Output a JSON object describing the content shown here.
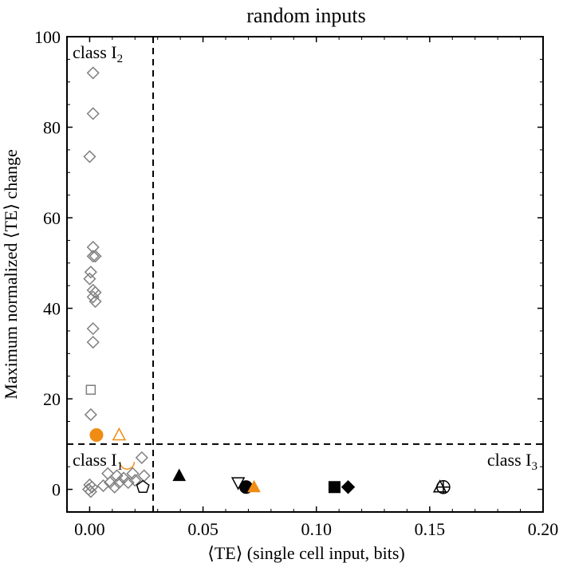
{
  "chart_data": {
    "type": "scatter",
    "title": "random inputs",
    "xlabel": "⟨TE⟩ (single cell input, bits)",
    "ylabel": "Maximum normalized ⟨TE⟩ change",
    "xlim": [
      -0.01,
      0.2
    ],
    "ylim": [
      -5,
      100
    ],
    "xticks": [
      0.0,
      0.05,
      0.1,
      0.15,
      0.2
    ],
    "xtick_labels": [
      "0.00",
      "0.05",
      "0.10",
      "0.15",
      "0.20"
    ],
    "yticks": [
      0,
      20,
      40,
      60,
      80,
      100
    ],
    "ytick_labels": [
      "0",
      "20",
      "40",
      "60",
      "80",
      "100"
    ],
    "grid": false,
    "threshold_lines": {
      "x": 0.028,
      "y": 10
    },
    "region_labels": [
      {
        "name": "class-i2-label",
        "base": "class I",
        "sub": "2",
        "position": "top-left"
      },
      {
        "name": "class-i1-label",
        "base": "class I",
        "sub": "1",
        "position": "left, above y-threshold"
      },
      {
        "name": "class-i3-label",
        "base": "class I",
        "sub": "3",
        "position": "right, above y-threshold"
      }
    ],
    "colors": {
      "gray": "#808080",
      "orange": "#f08c14",
      "black": "#000000"
    },
    "series": [
      {
        "marker": "diamond-open",
        "color": "gray",
        "points": [
          [
            0.0015,
            92
          ],
          [
            0.0015,
            83
          ],
          [
            0.0,
            73.5
          ],
          [
            0.0015,
            53.5
          ],
          [
            0.0015,
            51.5
          ],
          [
            0.0025,
            51.5
          ],
          [
            0.0005,
            48
          ],
          [
            0.0,
            46.5
          ],
          [
            0.0015,
            44
          ],
          [
            0.0025,
            43.5
          ],
          [
            0.0015,
            42.5
          ],
          [
            0.0025,
            41.5
          ],
          [
            0.0015,
            35.5
          ],
          [
            0.0015,
            32.5
          ],
          [
            0.0005,
            16.5
          ],
          [
            0.023,
            7
          ],
          [
            0.019,
            3.5
          ],
          [
            0.024,
            3
          ],
          [
            0.015,
            2.5
          ],
          [
            0.02,
            2
          ],
          [
            0.013,
            1.5
          ],
          [
            0.017,
            1.5
          ],
          [
            0.009,
            1.5
          ],
          [
            0.011,
            0.5
          ],
          [
            0.006,
            0.8
          ],
          [
            0.0,
            1.0
          ],
          [
            0.001,
            0.5
          ],
          [
            -0.0005,
            0.0
          ],
          [
            0.0005,
            -0.5
          ],
          [
            0.008,
            3.5
          ],
          [
            0.012,
            3.0
          ]
        ]
      },
      {
        "marker": "square-open",
        "color": "gray",
        "points": [
          [
            0.0005,
            22
          ]
        ]
      },
      {
        "marker": "circle-filled",
        "color": "orange",
        "points": [
          [
            0.003,
            12
          ]
        ]
      },
      {
        "marker": "triangle-up-open",
        "color": "orange",
        "points": [
          [
            0.013,
            12
          ]
        ]
      },
      {
        "marker": "cup-open",
        "color": "orange",
        "points": [
          [
            0.0165,
            5
          ]
        ]
      },
      {
        "marker": "pentagon-open",
        "color": "black",
        "points": [
          [
            0.0235,
            0.5
          ]
        ]
      },
      {
        "marker": "triangle-up-filled",
        "color": "black",
        "points": [
          [
            0.0395,
            3
          ]
        ]
      },
      {
        "marker": "triangle-down-open",
        "color": "black",
        "points": [
          [
            0.0655,
            1.5
          ]
        ]
      },
      {
        "marker": "circle-filled",
        "color": "black",
        "points": [
          [
            0.069,
            0.5
          ]
        ]
      },
      {
        "marker": "triangle-up-filled",
        "color": "orange",
        "points": [
          [
            0.0725,
            0.5
          ]
        ]
      },
      {
        "marker": "square-filled",
        "color": "black",
        "points": [
          [
            0.108,
            0.5
          ]
        ]
      },
      {
        "marker": "diamond-filled",
        "color": "black",
        "points": [
          [
            0.114,
            0.5
          ]
        ]
      },
      {
        "marker": "triangle-up-open",
        "color": "black",
        "points": [
          [
            0.1545,
            0.5
          ]
        ]
      },
      {
        "marker": "circle-plus-open",
        "color": "black",
        "points": [
          [
            0.156,
            0.5
          ]
        ]
      }
    ]
  }
}
